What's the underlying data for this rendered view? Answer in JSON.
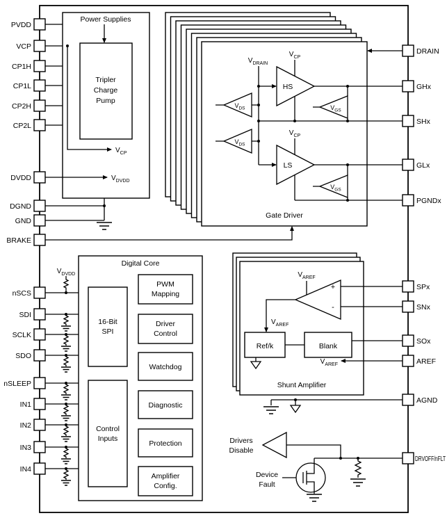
{
  "pins": {
    "left": [
      "PVDD",
      "VCP",
      "CP1H",
      "CP1L",
      "CP2H",
      "CP2L",
      "DVDD",
      "DGND",
      "GND",
      "BRAKE",
      "nSCS",
      "SDI",
      "SCLK",
      "SDO",
      "nSLEEP",
      "IN1",
      "IN2",
      "IN3",
      "IN4"
    ],
    "right": [
      "DRAIN",
      "GHx",
      "SHx",
      "GLx",
      "PGNDx",
      "SPx",
      "SNx",
      "SOx",
      "AREF",
      "AGND",
      "DRVOFF/nFLT"
    ]
  },
  "power": {
    "title": "Power Supplies",
    "pump1": "Tripler",
    "pump2": "Charge",
    "pump3": "Pump"
  },
  "gate_driver": {
    "title": "Gate Driver",
    "hs": "HS",
    "ls": "LS"
  },
  "digital": {
    "title": "Digital Core",
    "spi1": "16-Bit",
    "spi2": "SPI",
    "ctrl1": "Control",
    "ctrl2": "Inputs",
    "pwm1": "PWM",
    "pwm2": "Mapping",
    "drv1": "Driver",
    "drv2": "Control",
    "watchdog": "Watchdog",
    "diagnostic": "Diagnostic",
    "protection": "Protection",
    "amp1": "Amplifier",
    "amp2": "Config."
  },
  "shunt": {
    "title": "Shunt Amplifier",
    "refk": "Ref/k",
    "blank": "Blank",
    "plus": "+",
    "minus": "-"
  },
  "misc": {
    "drivers1": "Drivers",
    "drivers2": "Disable",
    "fault1": "Device",
    "fault2": "Fault"
  },
  "labels": {
    "vcp": {
      "b": "V",
      "s": "CP"
    },
    "vdvdd": {
      "b": "V",
      "s": "DVDD"
    },
    "vdrain": {
      "b": "V",
      "s": "DRAIN"
    },
    "vds": {
      "b": "V",
      "s": "DS"
    },
    "vgs": {
      "b": "V",
      "s": "GS"
    },
    "varef": {
      "b": "V",
      "s": "AREF"
    }
  }
}
